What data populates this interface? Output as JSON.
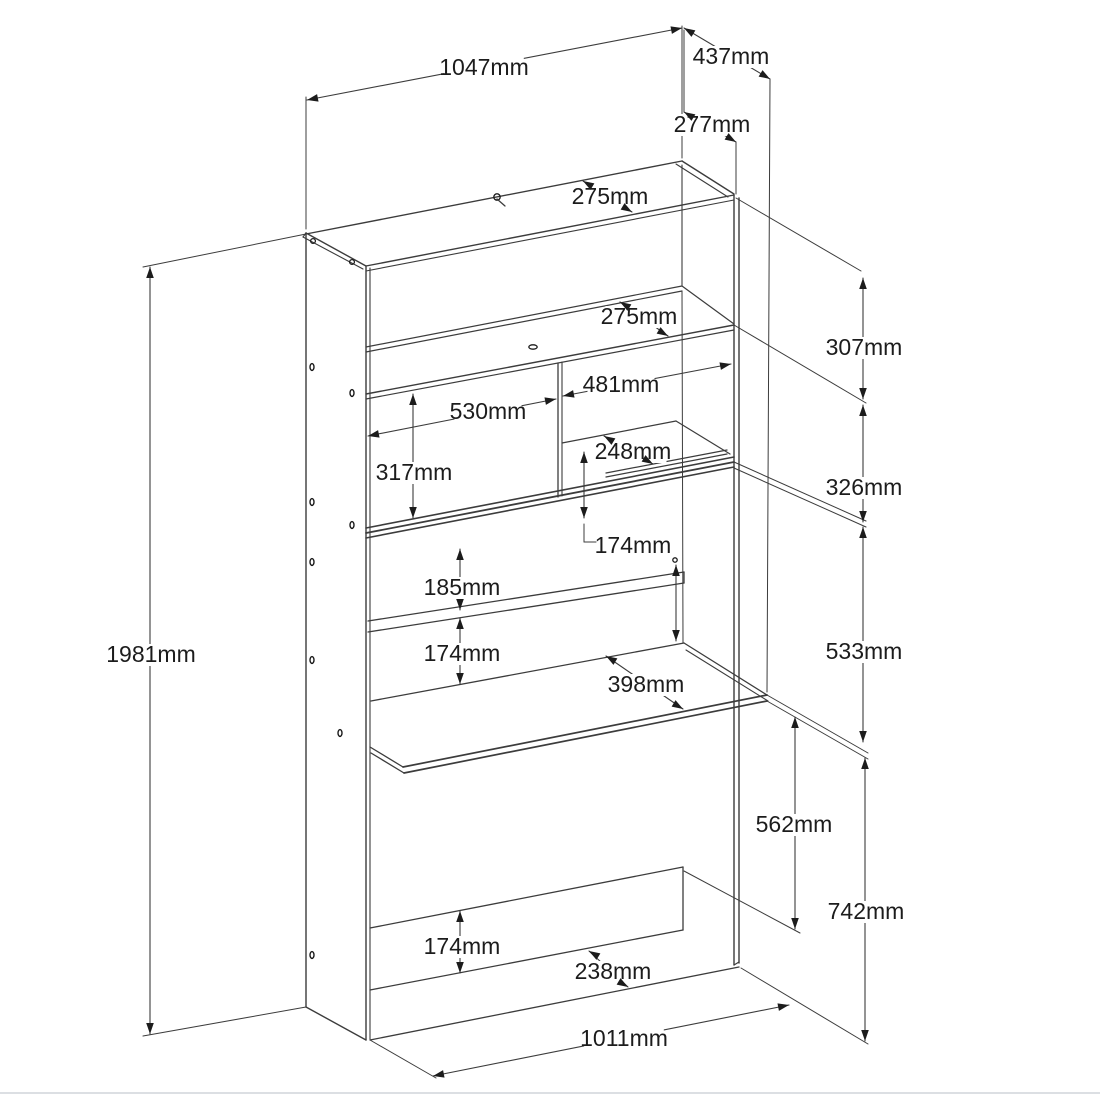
{
  "drawing": {
    "kind": "furniture isometric dimension drawing",
    "unit": "mm"
  },
  "dims": [
    {
      "name": "overall-width-top",
      "label": "1047mm"
    },
    {
      "name": "overall-depth",
      "label": "437mm"
    },
    {
      "name": "top-section-depth-outer",
      "label": "277mm"
    },
    {
      "name": "top-panel-depth",
      "label": "275mm"
    },
    {
      "name": "shelf-a-depth",
      "label": "275mm"
    },
    {
      "name": "top-to-shelf-a",
      "label": "307mm"
    },
    {
      "name": "shelf-a-to-shelf-b",
      "label": "326mm"
    },
    {
      "name": "left-compartment-width",
      "label": "530mm"
    },
    {
      "name": "right-compartment-width",
      "label": "481mm"
    },
    {
      "name": "shelf-a-to-shelf-b-clear",
      "label": "317mm"
    },
    {
      "name": "mid-shelf-depth",
      "label": "248mm"
    },
    {
      "name": "mid-shelf-to-shelf-b",
      "label": "174mm"
    },
    {
      "name": "shelf-b-to-rail",
      "label": "185mm"
    },
    {
      "name": "rail-to-desk",
      "label": "174mm"
    },
    {
      "name": "desk-depth",
      "label": "398mm"
    },
    {
      "name": "shelf-b-to-desk",
      "label": "533mm"
    },
    {
      "name": "overall-height",
      "label": "1981mm"
    },
    {
      "name": "desk-to-plinth",
      "label": "562mm"
    },
    {
      "name": "plinth-height",
      "label": "174mm"
    },
    {
      "name": "plinth-depth",
      "label": "238mm"
    },
    {
      "name": "desk-height",
      "label": "742mm"
    },
    {
      "name": "base-width",
      "label": "1011mm"
    }
  ]
}
